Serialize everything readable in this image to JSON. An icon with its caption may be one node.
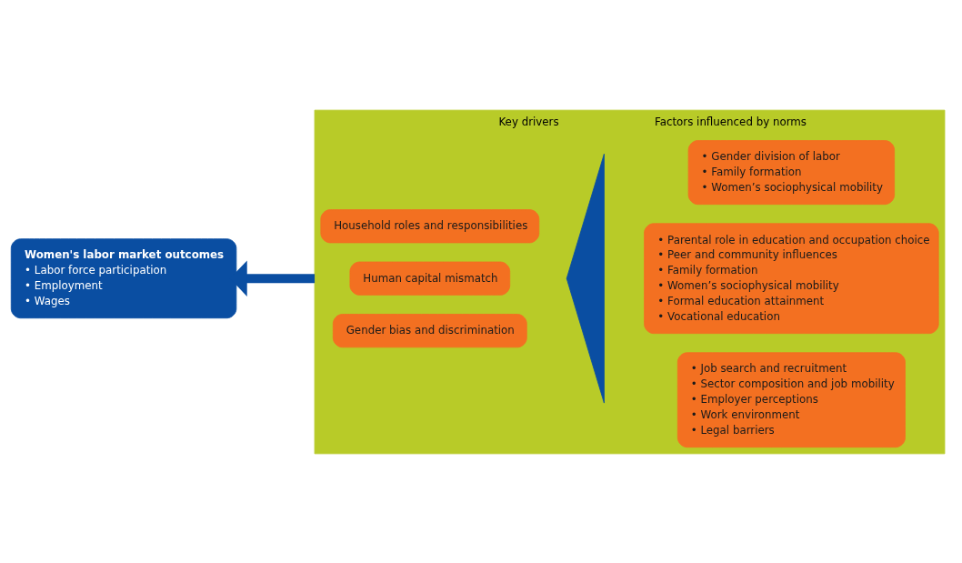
{
  "diagram": {
    "nodes": [
      {
        "text": [
          "Key drivers",
          "Factors influenced by norms"
        ]
      },
      {
        "text": [
          "Household roles and responsibilities"
        ],
        "in": 0
      },
      {
        "text": [
          "Human capital mismatch"
        ],
        "in": 0
      },
      {
        "text": [
          "Gender bias and discrimination"
        ],
        "in": 0
      },
      {
        "text": [],
        "shape": "triangle",
        "in": 0
      },
      {
        "text": [
          "• Gender division of labor",
          "• Family formation",
          "• Women’s sociophysical mobility"
        ],
        "in": 0
      },
      {
        "text": [
          "• Parental role in education and occupation choice",
          "• Peer and community influences",
          "• Family formation",
          "• Women’s sociophysical mobility",
          "• Formal education attainment",
          "• Vocational education"
        ],
        "in": 0
      },
      {
        "text": [
          "• Job search and recruitment",
          "• Sector composition and job mobility",
          "• Employer perceptions",
          "• Work environment",
          "• Legal barriers"
        ],
        "in": 0
      },
      {
        "text": [
          "Women's labor market outcomes",
          "• Labor force participation",
          "• Employment",
          "• Wages"
        ]
      }
    ],
    "edges": [
      {
        "from": 0,
        "to": 8,
        "arrow": "to",
        "color": "#0a4ea2"
      }
    ]
  }
}
